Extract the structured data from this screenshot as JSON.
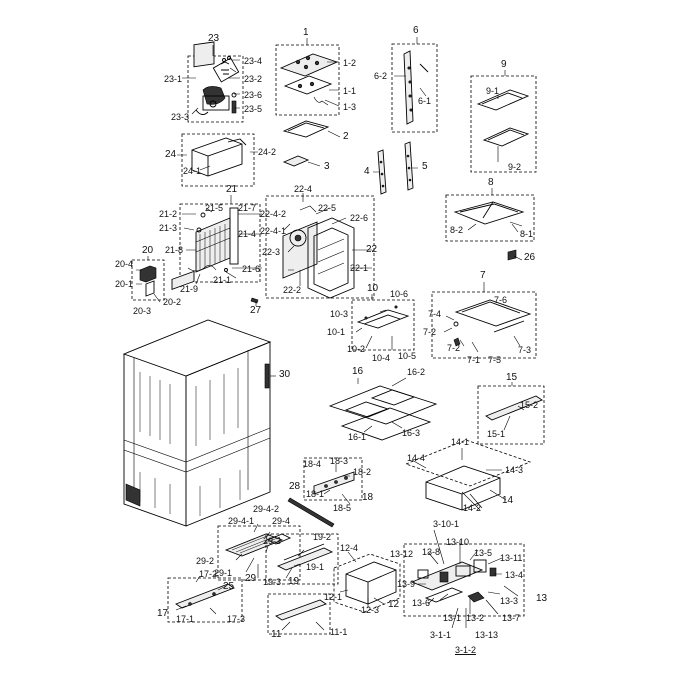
{
  "labels": {
    "l1": "1",
    "l1_1": "1-1",
    "l1_2": "1-2",
    "l1_3": "1-3",
    "l2": "2",
    "l3": "3",
    "l3_1_1": "3-1-1",
    "l3_1_2": "3-1-2",
    "l3_10_1": "3-10-1",
    "l4": "4",
    "l5": "5",
    "l6": "6",
    "l6_1": "6-1",
    "l6_2": "6-2",
    "l7": "7",
    "l7_1": "7-1",
    "l7_2a": "7-2",
    "l7_2b": "7-2",
    "l7_3": "7-3",
    "l7_4": "7-4",
    "l7_5": "7-5",
    "l7_6": "7-6",
    "l8": "8",
    "l8_1": "8-1",
    "l8_2": "8-2",
    "l9": "9",
    "l9_1": "9-1",
    "l9_2": "9-2",
    "l10": "10",
    "l10_1": "10-1",
    "l10_2": "10-2",
    "l10_3": "10-3",
    "l10_4": "10-4",
    "l10_5": "10-5",
    "l10_6": "10-6",
    "l11": "11",
    "l11_1": "11-1",
    "l12": "12",
    "l12_1": "12-1",
    "l12_3": "12-3",
    "l12_4": "12-4",
    "l13": "13",
    "l13_1": "13-1",
    "l13_2": "13-2",
    "l13_3": "13-3",
    "l13_4": "13-4",
    "l13_5": "13-5",
    "l13_6": "13-6",
    "l13_7": "13-7",
    "l13_8": "13-8",
    "l13_9": "13-9",
    "l13_10": "13-10",
    "l13_11": "13-11",
    "l13_12": "13-12",
    "l13_13": "13-13",
    "l14": "14",
    "l14_1": "14-1",
    "l14_2": "14-2",
    "l14_3": "14-3",
    "l14_4": "14-4",
    "l15": "15",
    "l15_1": "15-1",
    "l15_2": "15-2",
    "l16": "16",
    "l16_1": "16-1",
    "l16_2": "16-2",
    "l16_3": "16-3",
    "l17": "17",
    "l17_1": "17-1",
    "l17_2": "17-2",
    "l17_3": "17-3",
    "l18": "18",
    "l18_1": "18-1",
    "l18_2": "18-2",
    "l18_3": "18-3",
    "l18_4": "18-4",
    "l18_5": "18-5",
    "l19": "19",
    "l19_1": "19-1",
    "l19_2": "19-2",
    "l19_3": "19-3",
    "l20": "20",
    "l20_1": "20-1",
    "l20_2": "20-2",
    "l20_3": "20-3",
    "l20_4": "20-4",
    "l21": "21",
    "l21_1": "21-1",
    "l21_2": "21-2",
    "l21_3": "21-3",
    "l21_4": "21-4",
    "l21_5": "21-5",
    "l21_6": "21-6",
    "l21_7": "21-7",
    "l21_8": "21-8",
    "l21_9": "21-9",
    "l22": "22",
    "l22_1": "22-1",
    "l22_2": "22-2",
    "l22_3": "22-3",
    "l22_4": "22-4",
    "l22_4_1": "22-4-1",
    "l22_4_2": "22-4-2",
    "l22_5": "22-5",
    "l22_6": "22-6",
    "l23": "23",
    "l23_1": "23-1",
    "l23_2": "23-2",
    "l23_3": "23-3",
    "l23_4": "23-4",
    "l23_5": "23-5",
    "l23_6": "23-6",
    "l24": "24",
    "l24_1": "24-1",
    "l24_2": "24-2",
    "l25": "25",
    "l26": "26",
    "l27": "27",
    "l28": "28",
    "l29": "29",
    "l29_1": "29-1",
    "l29_2": "29-2",
    "l29_3": "29-3",
    "l29_4": "29-4",
    "l29_4_1": "29-4-1",
    "l29_4_2": "29-4-2",
    "l30": "30"
  }
}
